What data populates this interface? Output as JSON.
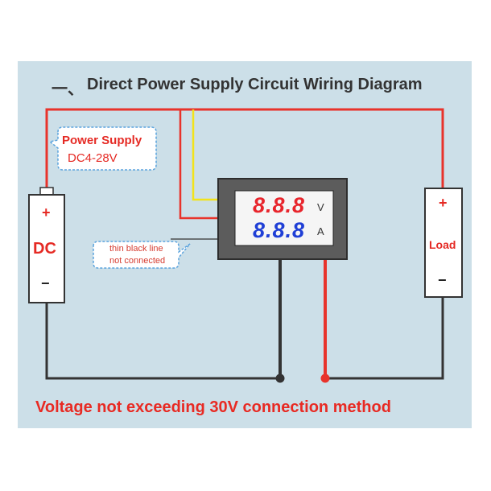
{
  "title": "Direct Power Supply Circuit Wiring Diagram",
  "title_prefix": "一、",
  "footer": "Voltage not exceeding 30V connection method",
  "power_supply": {
    "line1": "Power Supply",
    "line2": "DC4-28V"
  },
  "note": {
    "line1": "thin black line",
    "line2": "not connected"
  },
  "battery": {
    "label": "DC",
    "plus": "+",
    "minus": "−"
  },
  "load": {
    "label": "Load",
    "plus": "+",
    "minus": "−"
  },
  "meter": {
    "voltage_digits": "8.8.8",
    "current_digits": "8.8.8",
    "voltage_unit": "V",
    "current_unit": "A"
  },
  "colors": {
    "background": "#ccdfe8",
    "red_wire": "#e8332b",
    "black_wire": "#333333",
    "yellow_wire": "#f2e31b",
    "voltage_display": "#e8252c",
    "current_display": "#1f3fd6",
    "callout_border": "#5aa3dd"
  }
}
